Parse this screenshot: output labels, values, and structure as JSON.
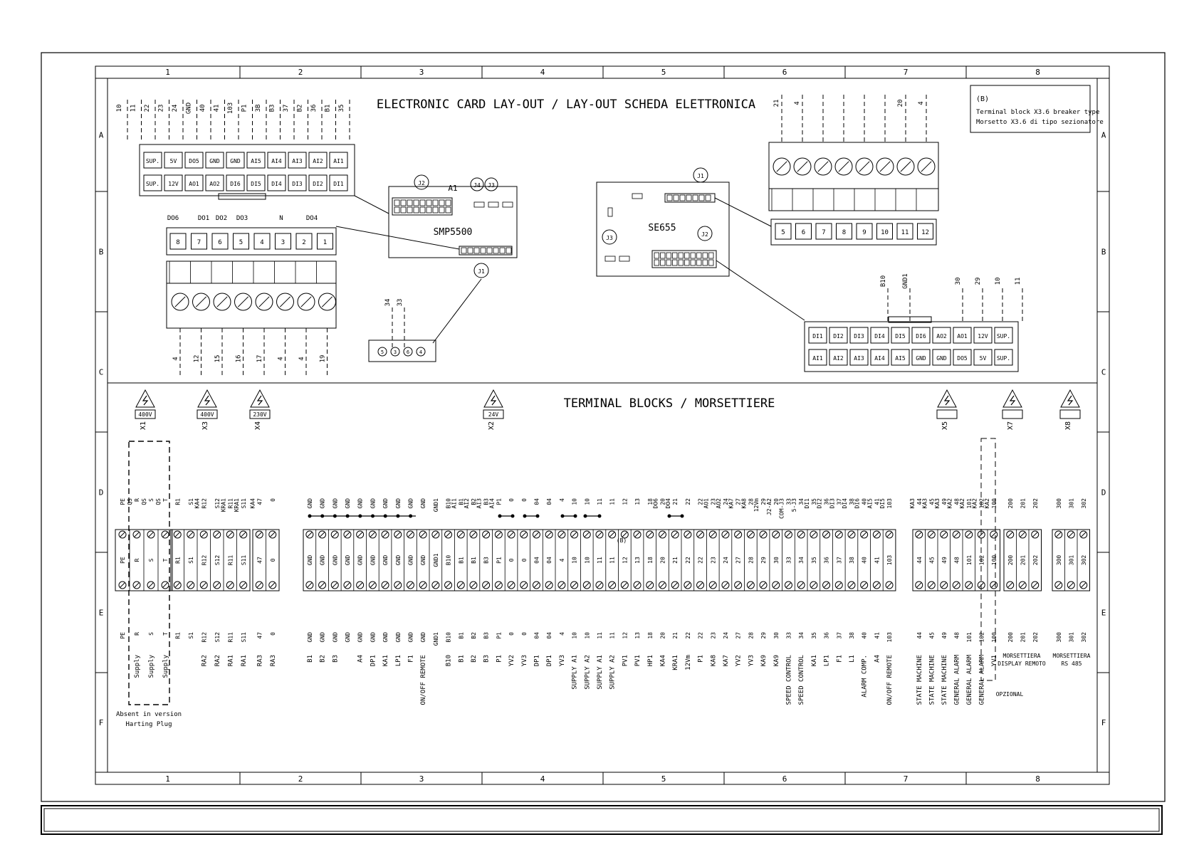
{
  "grid": {
    "cols": [
      "1",
      "2",
      "3",
      "4",
      "5",
      "6",
      "7",
      "8"
    ],
    "rows": [
      "A",
      "B",
      "C",
      "D",
      "E",
      "F"
    ]
  },
  "titles": {
    "card_layout": "ELECTRONIC CARD LAY-OUT / LAY-OUT SCHEDA ELETTRONICA",
    "terminal_blocks": "TERMINAL BLOCKS / MORSETTIERE"
  },
  "note": {
    "tag": "(B)",
    "line1": "Terminal block X3.6 breaker type",
    "line2": "Morsetto X3.6 di tipo sezionatore"
  },
  "smp5500": {
    "name": "SMP5500",
    "ref": "A1",
    "j2": "J2",
    "j4": "J4",
    "j3": "J3",
    "j1": "J1",
    "top_wires": [
      "10",
      "11",
      "22",
      "23",
      "24",
      "GND",
      "40",
      "41",
      "103",
      "P1",
      "3B",
      "B3",
      "37",
      "B2",
      "36",
      "B1",
      "35"
    ],
    "top_row": [
      "SUP.",
      "5V",
      "DO5",
      "GND",
      "GND",
      "AI5",
      "AI4",
      "AI3",
      "AI2",
      "AI1"
    ],
    "bottom_row": [
      "SUP.",
      "12V",
      "AO1",
      "AO2",
      "DI6",
      "DI5",
      "DI4",
      "DI3",
      "DI2",
      "DI1"
    ],
    "do_header": [
      "DO6",
      "DO1",
      "DO2",
      "DO3",
      "N",
      "DO4"
    ],
    "do_block": [
      "8",
      "7",
      "6",
      "5",
      "4",
      "3",
      "2",
      "1"
    ],
    "do_wires": [
      "4",
      "12",
      "15",
      "16",
      "17",
      "4",
      "4",
      "19"
    ],
    "conn_wires": [
      "34",
      "33"
    ],
    "conn_pins": [
      "5",
      "3",
      "6",
      "4"
    ]
  },
  "se655": {
    "name": "SE655",
    "j1": "J1",
    "j2": "J2",
    "j3": "J3",
    "top_wires": [
      "21",
      "4",
      "",
      "",
      "",
      "",
      "20",
      "4"
    ],
    "block": [
      "5",
      "6",
      "7",
      "8",
      "9",
      "10",
      "11",
      "12"
    ],
    "right_wires": [
      "B10",
      "GND1",
      "30",
      "29",
      "10",
      "11"
    ],
    "row1": [
      "DI1",
      "DI2",
      "DI3",
      "DI4",
      "DI5",
      "DI6",
      "AO2",
      "AO1",
      "12V",
      "SUP."
    ],
    "row2": [
      "AI1",
      "AI2",
      "AI3",
      "AI4",
      "AI5",
      "GND",
      "GND",
      "DO5",
      "5V",
      "SUP."
    ]
  },
  "voltages": {
    "X1": "400V",
    "X3": "400V",
    "X4": "230V",
    "X2": "24V"
  },
  "terminal_groups": [
    {
      "name": "X1",
      "top": [
        "PE",
        "R QS",
        "S QS",
        "T QS"
      ],
      "mid": [
        "PE",
        "R",
        "S",
        "T"
      ],
      "bot": [
        "PE",
        "R",
        "S",
        "T"
      ],
      "desc": [
        "",
        "Supply",
        "Supply",
        "Supply"
      ]
    },
    {
      "name": "X3",
      "top": [
        "R1",
        "S1",
        "R12 KA4",
        "S12",
        "R11 KRA1",
        "S11 KRA1"
      ],
      "mid": [
        "R1",
        "S1",
        "R12",
        "S12",
        "R11",
        "S11"
      ],
      "bot": [
        "R1",
        "S1",
        "R12",
        "S12",
        "R11",
        "S11"
      ],
      "desc": [
        "",
        "",
        "RA2",
        "RA2",
        "RA1",
        "RA1"
      ]
    },
    {
      "name": "X4",
      "top": [
        "47 KA4",
        "0"
      ],
      "mid": [
        "47",
        "0"
      ],
      "bot": [
        "47",
        "0"
      ],
      "desc": [
        "RA3",
        "RA3"
      ]
    },
    {
      "name": "X2",
      "top": [
        "GND",
        "GND",
        "GND",
        "GND",
        "GND",
        "GND",
        "GND",
        "GND",
        "GND",
        "GND",
        "GND1",
        "B10",
        "B1 AI1",
        "B2 AI2",
        "B3 AI3",
        "P1 AI4",
        "0",
        "0",
        "04",
        "04",
        "4",
        "10",
        "10",
        "11",
        "11",
        "12",
        "13",
        "18",
        "20 DO6",
        "21 DO4",
        "22",
        "22",
        "23 AO1",
        "24 AO2",
        "27 KA7",
        "28 KA8",
        "29 12Vm",
        "20 J2-A2",
        "33 COM-J3",
        "34 5-J3",
        "35 DI1",
        "36 DI2",
        "37 DI3",
        "38 DI4",
        "40 DI6",
        "41 AI5",
        "103 DI5"
      ],
      "mid": [
        "GND",
        "GND",
        "GND",
        "GND",
        "GND",
        "GND",
        "GND",
        "GND",
        "GND",
        "GND",
        "GND1",
        "B10",
        "B1",
        "B1",
        "B3",
        "P1",
        "0",
        "0",
        "04",
        "04",
        "4",
        "10",
        "10",
        "11",
        "11",
        "12",
        "13",
        "18",
        "20",
        "21",
        "22",
        "22",
        "23",
        "24",
        "27",
        "28",
        "29",
        "30",
        "33",
        "34",
        "35",
        "36",
        "37",
        "38",
        "40",
        "41",
        "103"
      ],
      "bot": [
        "GND",
        "GND",
        "GND",
        "GND",
        "GND",
        "GND",
        "GND",
        "GND",
        "GND",
        "GND",
        "GND1",
        "B10",
        "B1",
        "B2",
        "B3",
        "P1",
        "0",
        "0",
        "04",
        "04",
        "4",
        "10",
        "10",
        "11",
        "11",
        "12",
        "13",
        "18",
        "20",
        "21",
        "22",
        "22",
        "23",
        "24",
        "27",
        "28",
        "29",
        "30",
        "33",
        "34",
        "35",
        "36",
        "37",
        "38",
        "40",
        "41",
        "103"
      ],
      "desc": [
        "B1",
        "B2",
        "B3",
        "",
        "A4",
        "DP1",
        "KA1",
        "LP1",
        "F1",
        "ON/OFF REMOTE",
        "",
        "B10",
        "B1",
        "B2",
        "B3",
        "P1",
        "YV2",
        "YV3",
        "DP1",
        "DP1",
        "YV3",
        "SUPPLY A1",
        "SUPPLY A2",
        "SUPPLY A1",
        "SUPPLY A2",
        "PV1",
        "PV1",
        "HP1",
        "KA4",
        "KRA1",
        "12Vm",
        "P1",
        "KA8",
        "KA7",
        "YV2",
        "YV3",
        "KA9",
        "KA9",
        "SPEED CONTROL",
        "SPEED CONTROL",
        "KA1",
        "LP1",
        "F1",
        "L1",
        "ALARM COMP.",
        "A4",
        "ON/OFF REMOTE"
      ]
    },
    {
      "name": "X5",
      "top": [
        "44 KA3",
        "45 KA3",
        "49 KA3",
        "48 KA2",
        "101 KA2",
        "102 KA2",
        "100 KA2"
      ],
      "mid": [
        "44",
        "45",
        "49",
        "48",
        "101",
        "102",
        "100"
      ],
      "bot": [
        "44",
        "45",
        "49",
        "48",
        "101",
        "102",
        "100"
      ],
      "desc": [
        "STATE MACHINE",
        "STATE MACHINE",
        "STATE MACHINE",
        "GENERAL ALARM",
        "GENERAL ALARM",
        "GENERAL ALARM",
        "YV1"
      ]
    },
    {
      "name": "X7",
      "top": [
        "200",
        "201",
        "202"
      ],
      "mid": [
        "200",
        "201",
        "202"
      ],
      "bot": [
        "200",
        "201",
        "202"
      ],
      "desc": []
    },
    {
      "name": "X8",
      "top": [
        "300",
        "301",
        "302"
      ],
      "mid": [
        "300",
        "301",
        "302"
      ],
      "bot": [
        "300",
        "301",
        "302"
      ],
      "desc": []
    }
  ],
  "misc": {
    "breaker_tag": "(B)",
    "absent1": "Absent in version",
    "absent2": "Harting Plug",
    "opzional": "OPZIONAL",
    "x7_label1": "MORSETTIERA",
    "x7_label2": "DISPLAY REMOTO",
    "x8_label1": "MORSETTIERA",
    "x8_label2": "RS 485"
  }
}
